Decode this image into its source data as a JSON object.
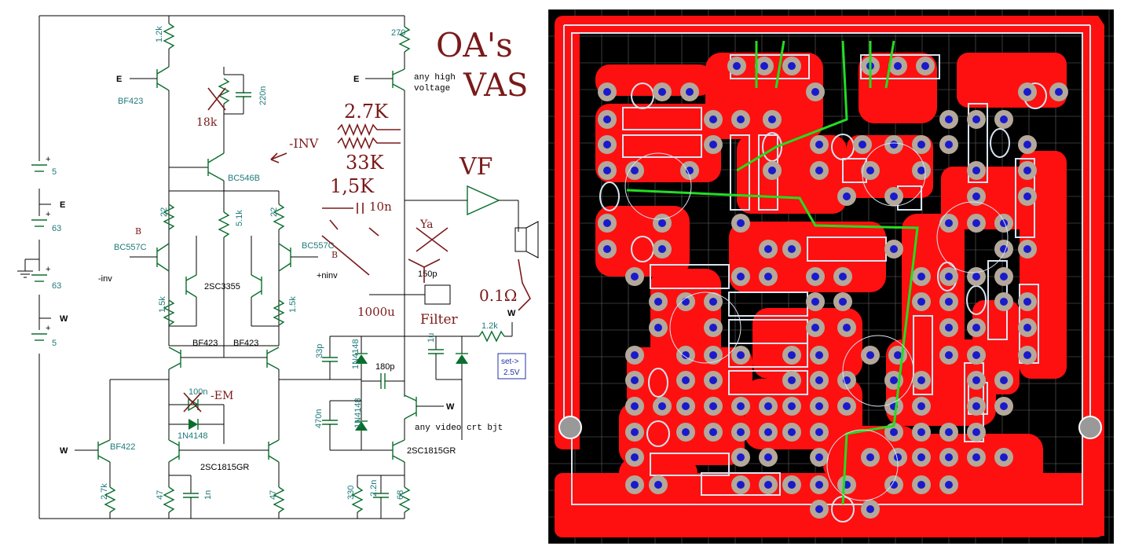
{
  "schematic": {
    "supplies": {
      "b1": "5",
      "b2": "63",
      "b3": "63",
      "b4": "5",
      "e": "E",
      "w": "W"
    },
    "transistors": {
      "bf423_top": "BF423",
      "bc546b": "BC546B",
      "bc557c_l": "BC557C",
      "bc557c_r": "BC557C",
      "sc3355": "2SC3355",
      "bf423_l": "BF423",
      "bf423_r": "BF423",
      "bf422": "BF422",
      "sc1815_l": "2SC1815GR",
      "sc1815_r": "2SC1815GR",
      "any_high_1": "any high",
      "any_high_2": "voltage",
      "any_video": "any video crt bjt"
    },
    "resistors": {
      "r12k": "1.2k",
      "r270": "270",
      "r22l": "22",
      "r22r": "22",
      "r51k": "5.1k",
      "r15kl": "1.5k",
      "r15kr": "1.5k",
      "r27k": "2.7k",
      "r47l": "47",
      "r47r": "47",
      "r330": "330",
      "r68": "68",
      "r12k_out": "1.2k"
    },
    "caps": {
      "c220n": "220n",
      "c33p": "33p",
      "c180p": "180p",
      "c1u": "1u",
      "c470n": "470n",
      "c22n": "2.2n",
      "c1n": "1n",
      "c100n": "100n"
    },
    "diodes": {
      "d1": "1N4148",
      "d2": "1N4148",
      "d3": "1N4148"
    },
    "nodes": {
      "inv": "-inv",
      "ninv": "+ninv",
      "e": "E",
      "w": "W"
    },
    "set_box": {
      "line1": "set->",
      "line2": "2.5V"
    }
  },
  "handwritten": {
    "title1": "OA's",
    "title2": "VAS",
    "r18k": "18k",
    "minus_inv": "-INV",
    "r27k": "2.7K",
    "r33k": "33K",
    "r15k": "1,5K",
    "c10n": "10n",
    "vf": "VF",
    "c150p": "150p",
    "c1000u": "1000u",
    "filter": "Filter",
    "r01": "0.1Ω",
    "b_l": "B",
    "b_r": "B",
    "m_r": "-EM"
  },
  "colors": {
    "wire": "#000000",
    "component": "#0a6e2e",
    "label": "#1f7a7a",
    "ink": "#7a1a1a",
    "copper": "#ff0000",
    "pad": "#b3a89a",
    "via": "#1a1acc",
    "silk": "#d8e4f0",
    "jumper": "#22dd22",
    "board": "#000000"
  }
}
